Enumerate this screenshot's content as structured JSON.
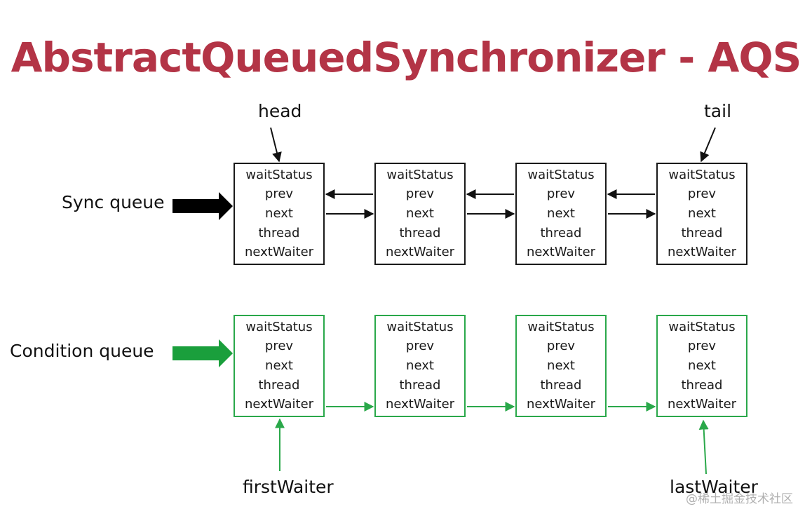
{
  "title": "AbstractQueuedSynchronizer - AQS",
  "colors": {
    "title": "#b33446",
    "sync_border": "#1a1a1a",
    "condition_border": "#2aa84a",
    "sync_arrow": "#000000",
    "condition_arrow": "#1a9f3c"
  },
  "sync_queue": {
    "label": "Sync queue",
    "head_label": "head",
    "tail_label": "tail",
    "nodes": [
      {
        "fields": [
          "waitStatus",
          "prev",
          "next",
          "thread",
          "nextWaiter"
        ]
      },
      {
        "fields": [
          "waitStatus",
          "prev",
          "next",
          "thread",
          "nextWaiter"
        ]
      },
      {
        "fields": [
          "waitStatus",
          "prev",
          "next",
          "thread",
          "nextWaiter"
        ]
      },
      {
        "fields": [
          "waitStatus",
          "prev",
          "next",
          "thread",
          "nextWaiter"
        ]
      }
    ]
  },
  "condition_queue": {
    "label": "Condition queue",
    "first_label": "firstWaiter",
    "last_label": "lastWaiter",
    "nodes": [
      {
        "fields": [
          "waitStatus",
          "prev",
          "next",
          "thread",
          "nextWaiter"
        ]
      },
      {
        "fields": [
          "waitStatus",
          "prev",
          "next",
          "thread",
          "nextWaiter"
        ]
      },
      {
        "fields": [
          "waitStatus",
          "prev",
          "next",
          "thread",
          "nextWaiter"
        ]
      },
      {
        "fields": [
          "waitStatus",
          "prev",
          "next",
          "thread",
          "nextWaiter"
        ]
      }
    ]
  },
  "watermark": "@稀土掘金技术社区"
}
